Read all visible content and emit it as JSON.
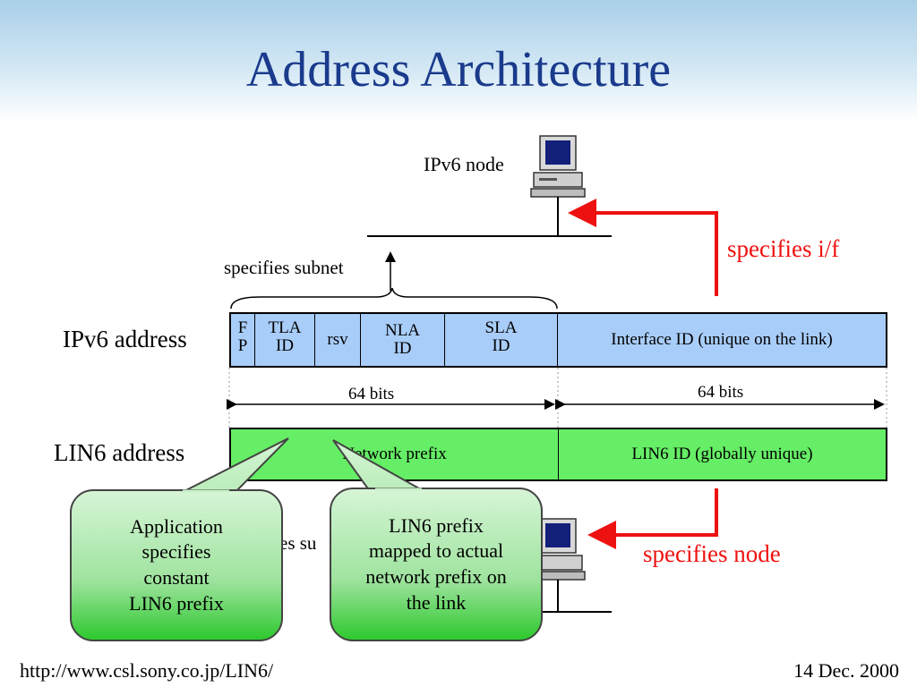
{
  "slide": {
    "title": "Address Architecture",
    "labels": {
      "ipv6_node": "IPv6 node",
      "specifies_subnet": "specifies subnet",
      "specifies_if": "specifies i/f",
      "ipv6_address": "IPv6 address",
      "lin6_address": "LIN6 address",
      "bits_left": "64 bits",
      "bits_right": "64 bits",
      "specifies_node": "specifies node",
      "specifies_subnet_partial": "es su"
    },
    "ipv6_fields": [
      {
        "label": "F\nP"
      },
      {
        "label": "TLA\nID"
      },
      {
        "label": "rsv"
      },
      {
        "label": "NLA\nID"
      },
      {
        "label": "SLA\nID"
      },
      {
        "label": "Interface ID (unique on the link)"
      }
    ],
    "lin6_fields": [
      {
        "label": "Network prefix"
      },
      {
        "label": "LIN6 ID (globally unique)"
      }
    ],
    "callouts": {
      "left": "Application\nspecifies\nconstant\nLIN6 prefix",
      "right": "LIN6 prefix\nmapped to actual\nnetwork prefix on\nthe link"
    },
    "footer": {
      "url": "http://www.csl.sony.co.jp/LIN6/",
      "date": "14 Dec. 2000"
    },
    "colors": {
      "title": "#1a3a8c",
      "ipv6_fill": "#a9cdf9",
      "lin6_fill": "#66ee66",
      "accent_red": "#ee1111",
      "callout_fill": "#9fe39f"
    },
    "icons": [
      "computer-icon",
      "red-arrow-icon"
    ]
  }
}
